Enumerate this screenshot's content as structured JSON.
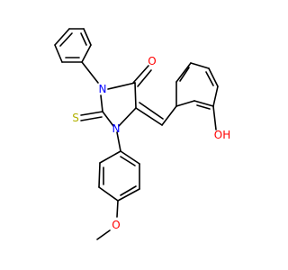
{
  "molecule": {
    "atoms": {
      "N3": "N",
      "O4": "O",
      "S2": "S",
      "N1": "N",
      "OH": "OH",
      "OMe": "O"
    },
    "colors": {
      "N": "#0000ff",
      "O": "#ff0000",
      "S": "#b2b200",
      "bond": "#000000",
      "background": "#ffffff"
    }
  }
}
